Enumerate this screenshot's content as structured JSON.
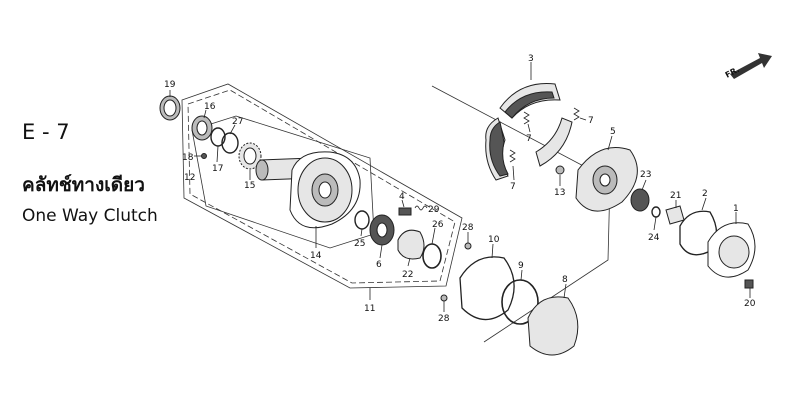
{
  "header": {
    "section_code": "E - 7",
    "title_thai": "คลัทช์ทางเดียว",
    "title_english": "One Way Clutch",
    "direction_marker": "FR."
  },
  "callouts": [
    {
      "id": "c19",
      "number": "19"
    },
    {
      "id": "c16",
      "number": "16"
    },
    {
      "id": "c27",
      "number": "27"
    },
    {
      "id": "c18",
      "number": "18"
    },
    {
      "id": "c17",
      "number": "17"
    },
    {
      "id": "c12",
      "number": "12"
    },
    {
      "id": "c15",
      "number": "15"
    },
    {
      "id": "c14",
      "number": "14"
    },
    {
      "id": "c25",
      "number": "25"
    },
    {
      "id": "c4",
      "number": "4"
    },
    {
      "id": "c29",
      "number": "29"
    },
    {
      "id": "c6",
      "number": "6"
    },
    {
      "id": "c26",
      "number": "26"
    },
    {
      "id": "c22",
      "number": "22"
    },
    {
      "id": "c11",
      "number": "11"
    },
    {
      "id": "c3",
      "number": "3"
    },
    {
      "id": "c7a",
      "number": "7"
    },
    {
      "id": "c7b",
      "number": "7"
    },
    {
      "id": "c7c",
      "number": "7"
    },
    {
      "id": "c5",
      "number": "5"
    },
    {
      "id": "c13",
      "number": "13"
    },
    {
      "id": "c23",
      "number": "23"
    },
    {
      "id": "c24",
      "number": "24"
    },
    {
      "id": "c21",
      "number": "21"
    },
    {
      "id": "c2",
      "number": "2"
    },
    {
      "id": "c1",
      "number": "1"
    },
    {
      "id": "c20",
      "number": "20"
    },
    {
      "id": "c28a",
      "number": "28"
    },
    {
      "id": "c28b",
      "number": "28"
    },
    {
      "id": "c10",
      "number": "10"
    },
    {
      "id": "c9",
      "number": "9"
    },
    {
      "id": "c8",
      "number": "8"
    }
  ]
}
